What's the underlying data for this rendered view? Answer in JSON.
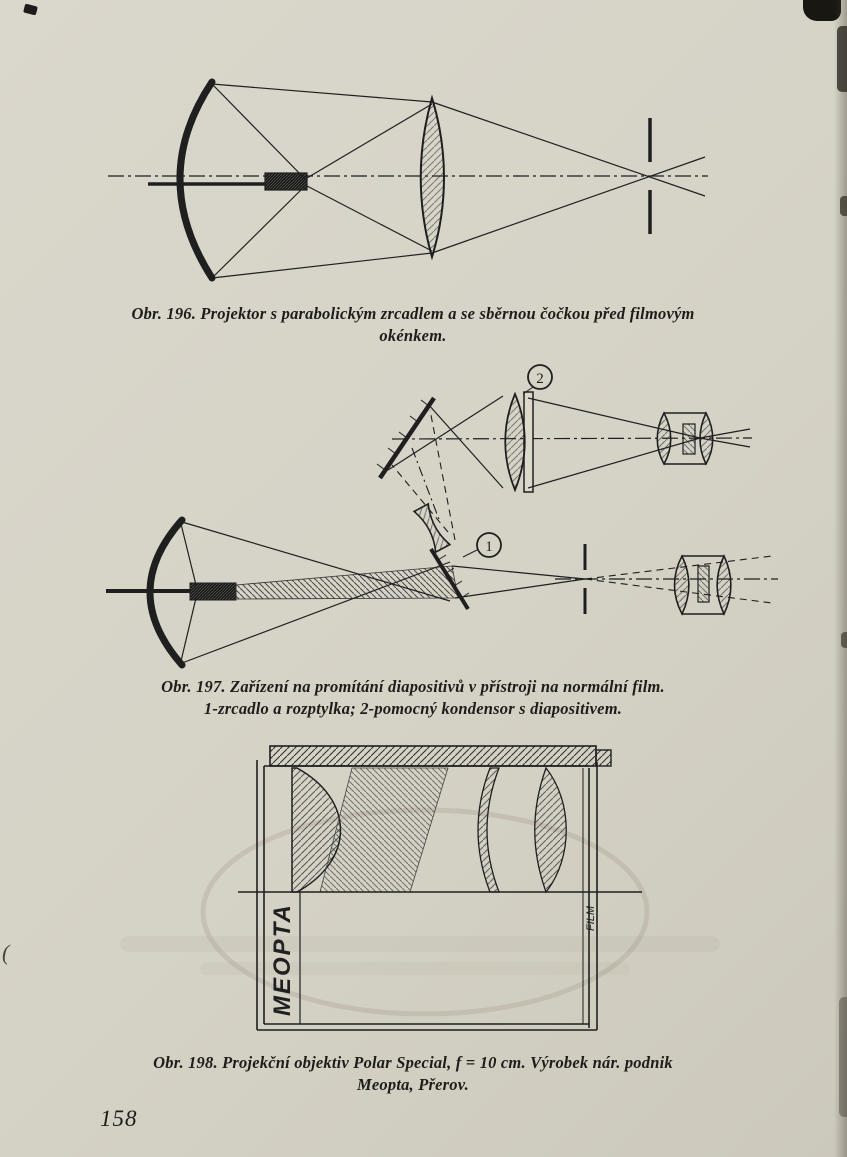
{
  "page": {
    "number": "158"
  },
  "colors": {
    "paper": "#d5d2c6",
    "ink": "#1f1f1f"
  },
  "figures": {
    "fig196": {
      "caption_line1": "Obr. 196. Projektor s parabolickým zrcadlem a se sběrnou čočkou před filmovým",
      "caption_line2": "okénkem."
    },
    "fig197": {
      "caption_line1": "Obr. 197. Zařízení na promítání diapositivů v přístroji na normální film.",
      "caption_line2": "1-zrcadlo a rozptylka; 2-pomocný kondensor s diapositivem.",
      "label_mirror": "1",
      "label_condenser": "2"
    },
    "fig198": {
      "caption_line1": "Obr. 198. Projekční objektiv Polar Special, f = 10 cm. Výrobek nár. podnik",
      "caption_line2": "Meopta, Přerov.",
      "barrel_brand": "MEOPTA",
      "film_label": "FILM"
    }
  }
}
